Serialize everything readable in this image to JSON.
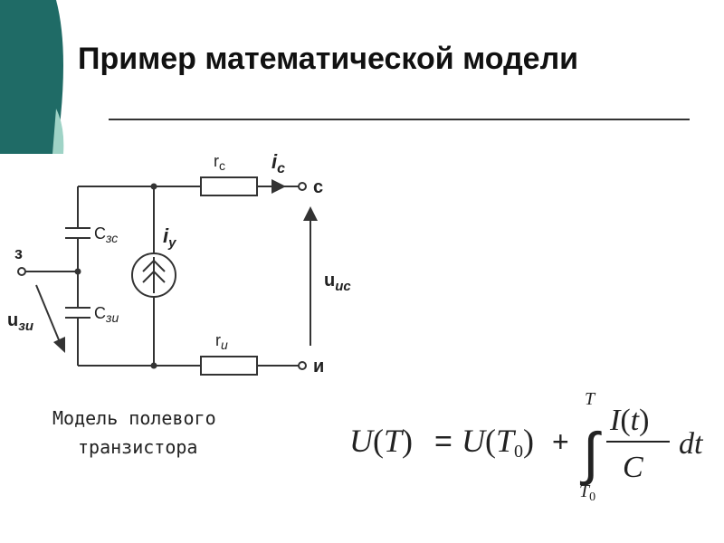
{
  "colors": {
    "accent_dark": "#1f6b66",
    "accent_light": "#9fd3c6",
    "line": "#333333"
  },
  "title": "Пример математической модели",
  "caption": {
    "line1": "Модель полевого",
    "line2": "транзистора"
  },
  "circuit": {
    "label_rc": "r",
    "label_rc_sub": "c",
    "label_ic": "i",
    "label_ic_sub": "c",
    "terminal_c": "c",
    "label_czc": "C",
    "label_czc_sub": "зс",
    "label_iy": "i",
    "label_iy_sub": "y",
    "terminal_z": "з",
    "label_uic": "u",
    "label_uic_sub": "ис",
    "label_uzi": "u",
    "label_uzi_sub": "зи",
    "label_czi": "C",
    "label_czi_sub": "зи",
    "label_ri": "r",
    "label_ri_sub": "и",
    "terminal_i": "и"
  },
  "formula": {
    "lhs_U": "U",
    "lhs_T": "T",
    "eq": "=",
    "rhs_U": "U",
    "rhs_T": "T",
    "rhs_sub0": "0",
    "plus": "+",
    "upper_limit": "T",
    "lower_limit": "T",
    "lower_sub0": "0",
    "num_I": "I",
    "num_t": "t",
    "den_C": "C",
    "dt": "dt"
  }
}
